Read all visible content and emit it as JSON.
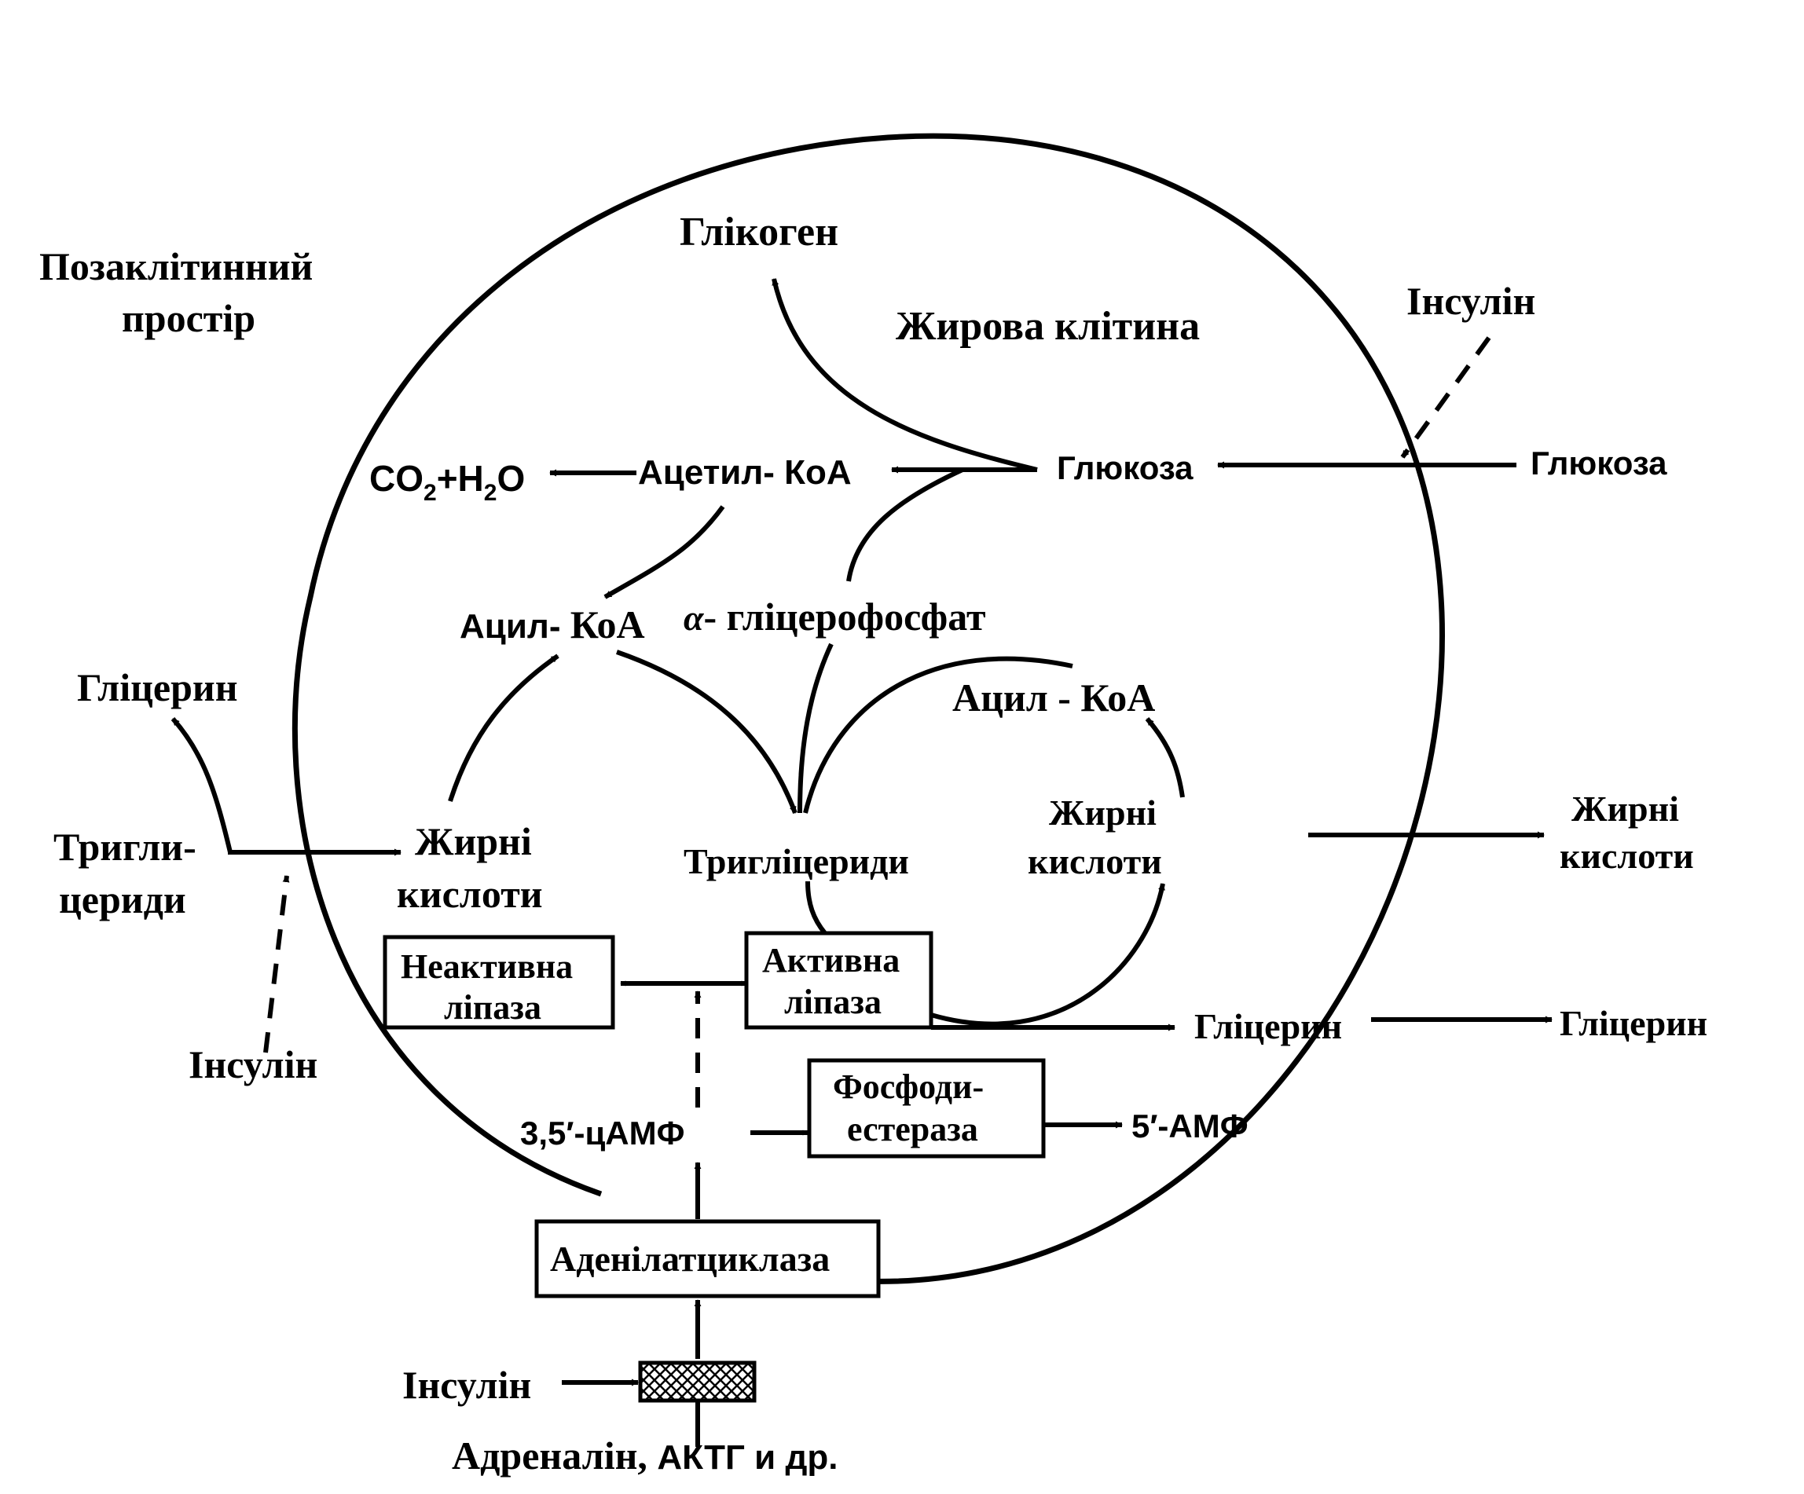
{
  "labels": {
    "extracellular_line1": "Позаклітинний",
    "extracellular_line2": "простір",
    "fat_cell": "Жирова клітина",
    "glycogen": "Глікоген",
    "insulin_top": "Інсулін",
    "glucose_outside": "Глюкоза",
    "glucose_inside": "Глюкоза",
    "co2": "CO",
    "co2_sub": "2",
    "plus_h": "+H",
    "h2o_sub": "2",
    "o": "O",
    "acetyl_coa": "Ацетил- КоА",
    "acyl_coa_left_a": "Ацил- ",
    "acyl_coa_left_b": "КоА",
    "alpha": "α",
    "glycerophosphate": "- гліцерофосфат",
    "acyl_coa_right": "Ацил - КоА",
    "glycerin_out_left": "Гліцерин",
    "triglycerides_out_line1": "Тригли-",
    "triglycerides_out_line2": "цериди",
    "fatty_acids_left_line1": "Жирні",
    "fatty_acids_left_line2": "кислоти",
    "triglycerides_in": "Тригліцериди",
    "fatty_acids_right_line1": "Жирні",
    "fatty_acids_right_line2": "кислоти",
    "fatty_acids_out_line1": "Жирні",
    "fatty_acids_out_line2": "кислоти",
    "insulin_left": "Інсулін",
    "inactive_lipase_line1": "Неактивна",
    "inactive_lipase_line2": "ліпаза",
    "active_lipase_line1": "Активна",
    "active_lipase_line2": "ліпаза",
    "glycerin_in": "Гліцерин",
    "glycerin_out_right": "Гліцерин",
    "phosphodiesterase_line1": "Фосфоди-",
    "phosphodiesterase_line2": "естераза",
    "camp": "3,5′-цАМФ",
    "amp": "5′-АМФ",
    "adenylate_cyclase": "Аденілатциклаза",
    "insulin_bottom": "Інсулін",
    "hormones_a": "Адреналін, ",
    "hormones_b": "АКТГ и др."
  }
}
